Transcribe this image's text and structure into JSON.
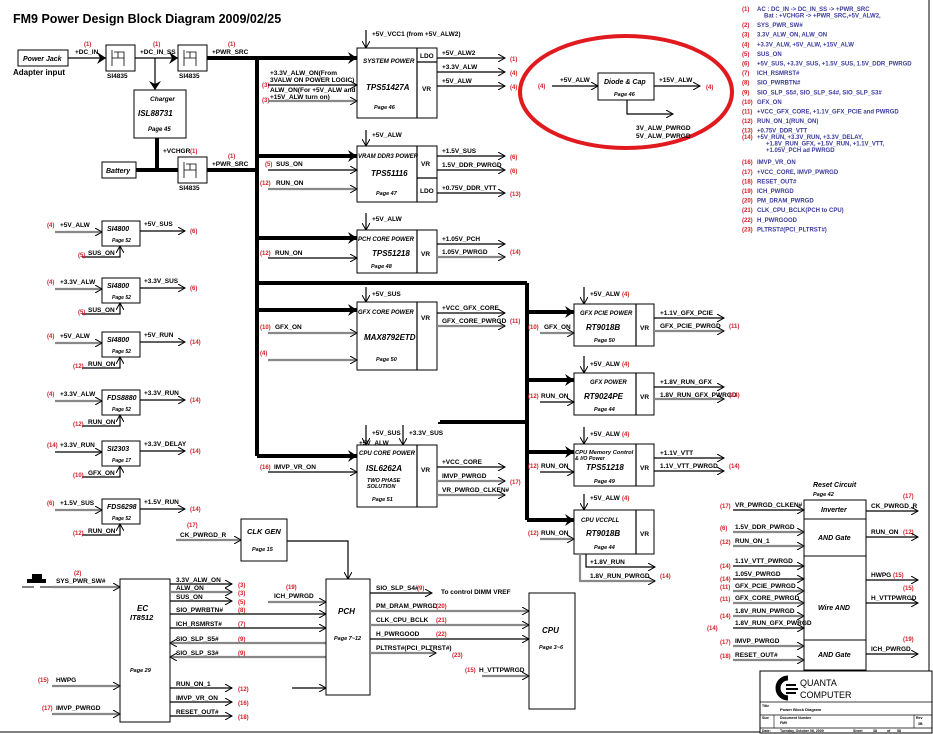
{
  "title": "FM9 Power Design Block Diagram 2009/02/25",
  "colors": {
    "ref": "#d21e24",
    "legend": "#3a3a9a",
    "highlight": "#e01a1f"
  },
  "adapter": {
    "power_jack": "Power Jack",
    "adapter_input": "Adapter input",
    "dc_in": "+DC_IN",
    "dc_in_ss": "+DC_IN_SS",
    "pwr_src": "+PWR_SRC",
    "vchgr": "+VCHGR",
    "ref1": "(1)",
    "switch": "SI4835",
    "battery": "Battery",
    "charger_title": "Charger",
    "charger_chip": "ISL88731",
    "charger_page": "Page 45"
  },
  "system_power": {
    "vcc_in": "+5V_VCC1 (from +5V_ALW2)",
    "title": "SYSTEM POWER",
    "chip": "TPS51427A",
    "page": "Page 46",
    "ldo": "LDO",
    "vr": "VR",
    "in1": "+3.3V_ALW_ON(From",
    "in1b": "3VALW ON POWER LOGIC)",
    "in2": "ALW_ON(For +5V_ALW and",
    "in2b": "+15V_ALW turn on)",
    "in_ref": "(3)",
    "outs": [
      {
        "label": "+5V_ALW2",
        "ref": "(1)"
      },
      {
        "label": "+3.3V_ALW",
        "ref": "(4)"
      },
      {
        "label": "+5V_ALW",
        "ref": "(4)"
      }
    ]
  },
  "diode_cap": {
    "in_ref": "(4)",
    "in": "+5V_ALW",
    "title": "Diode & Cap",
    "page": "Page 46",
    "out": "+15V_ALW",
    "out_ref": "(4)",
    "pwrgd1": "3V_ALW_PWRGD",
    "pwrgd2": "5V_ALW_PWRGD"
  },
  "ddr3_power": {
    "vcc_in": "+5V_ALW",
    "title": "VRAM DDR3 POWER",
    "chip": "TPS51116",
    "page": "Page 47",
    "vr": "VR",
    "ldo": "LDO",
    "in1_ref": "(5)",
    "in1": "SUS_ON",
    "in2_ref": "(12)",
    "in2": "RUN_ON",
    "outs": [
      {
        "label": "+1.5V_SUS",
        "ref": "(6)"
      },
      {
        "label": "1.5V_DDR_PWRGD",
        "ref": "(6)"
      },
      {
        "label": "+0.75V_DDR_VTT",
        "ref": "(13)"
      }
    ]
  },
  "pch_core": {
    "vcc_in": "+5V_ALW",
    "title": "PCH CORE POWER",
    "chip": "TPS51218",
    "page": "Page 48",
    "vr": "VR",
    "in_ref": "(12)",
    "in": "RUN_ON",
    "out1": "+1.05V_PCH",
    "out2": "1.05V_PWRGD",
    "out_ref": "(14)"
  },
  "gfx_core": {
    "vcc_in": "+5V_SUS",
    "title": "GFX CORE POWER",
    "chip": "MAX8792ETD",
    "page": "Page 50",
    "vr": "VR",
    "in_ref": "(10)",
    "in": "GFX_ON",
    "in2_ref": "(4)",
    "out1": "+VCC_GFX_CORE",
    "out2": "GFX_CORE_PWRGD",
    "out_ref": "(11)"
  },
  "cpu_core": {
    "vcc_in1": "+5V_SUS",
    "vcc_in2": "+3.3V_SUS",
    "vcc_in3": "+5V_ALW",
    "title": "CPU CORE POWER",
    "chip": "ISL6262A",
    "sub1": "TWO PHASE",
    "sub2": "SOLUTION",
    "page": "Page 51",
    "vr": "VR",
    "in_ref": "(16)",
    "in": "IMVP_VR_ON",
    "out1": "+VCC_CORE",
    "out2": "IMVP_PWRGD",
    "out3": "VR_PWRGD_CLKEN#",
    "out_ref": "(17)"
  },
  "gfx_pcie": {
    "vcc_in": "+5V_ALW",
    "vcc_ref": "(4)",
    "title": "GFX PCIE POWER",
    "chip": "RT9018B",
    "page": "Page 50",
    "vr": "VR",
    "in_ref": "(10)",
    "in": "GFX_ON",
    "out1": "+1.1V_GFX_PCIE",
    "out2": "GFX_PCIE_PWRGD",
    "out_ref": "(11)"
  },
  "gfx_power": {
    "vcc_in": "+5V_ALW",
    "vcc_ref": "(4)",
    "title": "GFX POWER",
    "chip": "RT9024PE",
    "page": "Page 44",
    "vr": "VR",
    "in_ref": "(12)",
    "in": "RUN_ON",
    "out1": "+1.8V_RUN_GFX",
    "out2": "1.8V_RUN_GFX_PWRGD",
    "out_ref": "(14)"
  },
  "cpu_mem": {
    "vcc_in": "+5V_ALW",
    "vcc_ref": "(4)",
    "title": "CPU Memory Control",
    "title2": "& I/O Power",
    "chip": "TPS51218",
    "page": "Page 49",
    "vr": "VR",
    "in_ref": "(12)",
    "in": "RUN_ON",
    "out1": "+1.1V_VTT",
    "out2": "1.1V_VTT_PWRGD",
    "out_ref": "(14)"
  },
  "cpu_vccpll": {
    "vcc_in": "+5V_ALW",
    "vcc_ref": "(4)",
    "title": "CPU VCCPLL",
    "chip": "RT9018B",
    "page": "Page 44",
    "vr": "VR",
    "in_ref": "(12)",
    "in": "RUN_ON",
    "out1": "+1.8V_RUN",
    "out2": "1.8V_RUN_PWRGD",
    "out_ref": "(14)"
  },
  "switches": [
    {
      "in_ref": "(4)",
      "in": "+5V_ALW",
      "chip": "SI4800",
      "page": "Page 52",
      "out": "+5V_SUS",
      "out_ref": "(6)",
      "en_ref": "(5)",
      "en": "SUS_ON"
    },
    {
      "in_ref": "(4)",
      "in": "+3.3V_ALW",
      "chip": "SI4800",
      "page": "Page 52",
      "out": "+3.3V_SUS",
      "out_ref": "(6)",
      "en_ref": "(5)",
      "en": "SUS_ON"
    },
    {
      "in_ref": "(4)",
      "in": "+5V_ALW",
      "chip": "SI4800",
      "page": "Page 52",
      "out": "+5V_RUN",
      "out_ref": "(14)",
      "en_ref": "(12)",
      "en": "RUN_ON"
    },
    {
      "in_ref": "(4)",
      "in": "+3.3V_ALW",
      "chip": "FDS8880",
      "page": "Page 52",
      "out": "+3.3V_RUN",
      "out_ref": "(14)",
      "en_ref": "(12)",
      "en": "RUN_ON"
    },
    {
      "in_ref": "(14)",
      "in": "+3.3V_RUN",
      "chip": "SI2303",
      "page": "Page 17",
      "out": "+3.3V_DELAY",
      "out_ref": "(14)",
      "en_ref": "(10)",
      "en": "GFX_ON"
    },
    {
      "in_ref": "(6)",
      "in": "+1.5V_SUS",
      "chip": "FDS6298",
      "page": "Page 52",
      "out": "+1.5V_RUN",
      "out_ref": "(14)",
      "en_ref": "(12)",
      "en": "RUN_ON"
    }
  ],
  "clk_gen": {
    "in_ref": "(17)",
    "in": "CK_PWRGD_R",
    "title": "CLK GEN",
    "page": "Page 15"
  },
  "ec": {
    "sw_ref": "(2)",
    "sw": "SYS_PWR_SW#",
    "title": "EC",
    "chip": "IT8512",
    "page": "Page 29",
    "in2_ref": "(15)",
    "in2": "HWPG",
    "in3_ref": "(17)",
    "in3": "IMVP_PWRGD",
    "outs": [
      {
        "label": "3.3V_ALW_ON",
        "ref": "(3)"
      },
      {
        "label": "ALW_ON",
        "ref": "(3)"
      },
      {
        "label": "SUS_ON",
        "ref": "(5)"
      },
      {
        "label": "SIO_PWRBTN#",
        "ref": "(8)"
      },
      {
        "label": "ICH_RSMRST#",
        "ref": "(7)"
      },
      {
        "label": "SIO_SLP_S5#",
        "ref": "(9)"
      },
      {
        "label": "SIO_SLP_S3#",
        "ref": "(9)"
      },
      {
        "label": "RUN_ON_1",
        "ref": "(12)"
      },
      {
        "label": "IMVP_VR_ON",
        "ref": "(16)"
      },
      {
        "label": "RESET_OUT#",
        "ref": "(18)"
      }
    ]
  },
  "pch": {
    "title": "PCH",
    "page": "Page 7~12",
    "in_ref": "(19)",
    "in": "ICH_PWRGD",
    "s4": "SIO_SLP_S4#",
    "s4_ref": "(9)",
    "dimm": "To control DIMM  VREF",
    "outs": [
      {
        "label": "PM_DRAM_PWRGD",
        "ref": "(20)"
      },
      {
        "label": "CLK_CPU_BCLK",
        "ref": "(21)"
      },
      {
        "label": "H_PWRGOOD",
        "ref": "(22)"
      },
      {
        "label": "PLTRST#(PCI_PLTRST#)",
        "ref": "(23)"
      }
    ]
  },
  "cpu": {
    "title": "CPU",
    "page": "Page 3~6",
    "in_ref": "(15)",
    "in": "H_VTTPWRGD"
  },
  "reset": {
    "title": "Reset Circuit",
    "page": "Page 42",
    "inverter": "Inverter",
    "and1": "AND Gate",
    "wire_and": "Wire AND",
    "and2": "AND Gate",
    "inputs": [
      {
        "ref": "(17)",
        "label": "VR_PWRGD_CLKEN#"
      },
      {
        "ref": "(6)",
        "label": "1.5V_DDR_PWRGD"
      },
      {
        "ref": "(12)",
        "label": "RUN_ON_1"
      },
      {
        "ref": "(14)",
        "label": "1.1V_VTT_PWRGD"
      },
      {
        "ref": "(14)",
        "label": "1.05V_PWRGD"
      },
      {
        "ref": "(11)",
        "label": "GFX_PCIE_PWRGD"
      },
      {
        "ref": "(11)",
        "label": "GFX_CORE_PWRGD"
      },
      {
        "ref": "(14)",
        "label": "1.8V_RUN_PWRGD"
      },
      {
        "ref": "(14)",
        "label": "1.8V_RUN_GFX_PWRGD"
      },
      {
        "ref": "(17)",
        "label": "IMVP_PWRGD"
      },
      {
        "ref": "(18)",
        "label": "RESET_OUT#"
      }
    ],
    "outputs": [
      {
        "label": "CK_PWRGD_R",
        "ref": "(17)"
      },
      {
        "label": "RUN_ON",
        "ref": "(12)"
      },
      {
        "label": "HWPG",
        "ref": "(15)"
      },
      {
        "label": "H_VTTPWRGD",
        "ref": "(15)"
      },
      {
        "label": "ICH_PWRGD",
        "ref": "(19)"
      }
    ]
  },
  "legend": [
    {
      "n": "(1)",
      "text": "AC : DC_IN -> DC_IN_SS -> +PWR_SRC"
    },
    {
      "n": "",
      "text": "Bat : +VCHGR -> +PWR_SRC,+5V_ALW2,"
    },
    {
      "n": "(2)",
      "text": "SYS_PWR_SW#"
    },
    {
      "n": "(3)",
      "text": "3.3V_ALW_ON, ALW_ON"
    },
    {
      "n": "(4)",
      "text": "+3.3V_ALW, +5V_ALW, +15V_ALW"
    },
    {
      "n": "(5)",
      "text": "SUS_ON"
    },
    {
      "n": "(6)",
      "text": "+5V_SUS, +3.3V_SUS, +1.5V_SUS, 1.5V_DDR_PWRGD"
    },
    {
      "n": "(7)",
      "text": "ICH_RSMRST#"
    },
    {
      "n": "(8)",
      "text": "SIO_PWRBTN#"
    },
    {
      "n": "(9)",
      "text": "SIO_SLP_S5#, SIO_SLP_S4#, SIO_SLP_S3#"
    },
    {
      "n": "(10)",
      "text": "GFX_ON"
    },
    {
      "n": "(11)",
      "text": "+VCC_GFX_CORE, +1.1V_GFX_PCIE and PWRGD"
    },
    {
      "n": "(12)",
      "text": "RUN_ON_1(RUN_ON)"
    },
    {
      "n": "(13)",
      "text": "+0.75V_DDR_VTT"
    },
    {
      "n": "(14)",
      "text": "+5V_RUN, +3.3V_RUN, +3.3V_DELAY,"
    },
    {
      "n": "",
      "text": "+1.8V_RUN_GFX, +1.5V_RUN, +1.1V_VTT,"
    },
    {
      "n": "",
      "text": "+1.05V_PCH ad PWRGD"
    },
    {
      "n": "(16)",
      "text": "IMVP_VR_ON"
    },
    {
      "n": "(17)",
      "text": "+VCC_CORE, IMVP_PWRGD"
    },
    {
      "n": "(18)",
      "text": "RESET_OUT#"
    },
    {
      "n": "(19)",
      "text": "ICH_PWRGD"
    },
    {
      "n": "(20)",
      "text": "PM_DRAM_PWRGD"
    },
    {
      "n": "(21)",
      "text": "CLK_CPU_BCLK(PCH to CPU)"
    },
    {
      "n": "(22)",
      "text": "H_PWRGOOD"
    },
    {
      "n": "(23)",
      "text": "PLTRST#(PCI_PLTRST#)"
    }
  ],
  "titleblock": {
    "company1": "QUANTA",
    "company2": "COMPUTER",
    "title_lbl": "Title",
    "title": "Power Block Diagram",
    "size_lbl": "Size",
    "doc_lbl": "Document Number",
    "doc": "FM9",
    "rev_lbl": "Rev",
    "rev": "3B",
    "date_lbl": "Date:",
    "date": "Tuesday, October 06, 2009",
    "sheet_lbl": "Sheet",
    "sheet": "38",
    "of_lbl": "of",
    "of": "58"
  }
}
